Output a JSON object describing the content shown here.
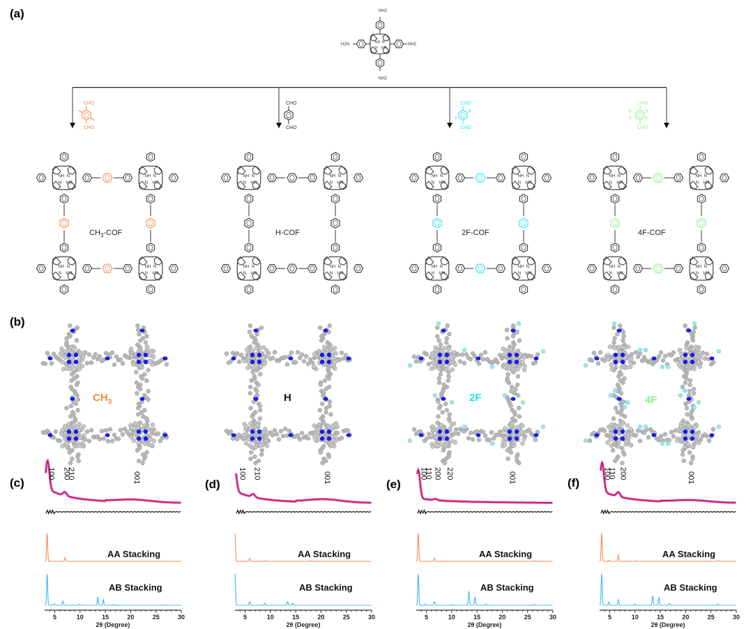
{
  "figure": {
    "panel_labels": [
      "(a)",
      "(b)",
      "(c)",
      "(d)",
      "(e)",
      "(f)"
    ],
    "scheme": {
      "monomer": {
        "name": "tetrakis(4-aminophenyl)porphyrin",
        "substituent_labels": [
          "NH2",
          "H2N",
          "NH2",
          "NH2"
        ],
        "core_labels": [
          "NH",
          "N",
          "N",
          "HN"
        ]
      },
      "linkers": [
        {
          "name": "2,5-dimethylterephthalaldehyde",
          "labels": [
            "CHO",
            "CHO"
          ],
          "color": "#f58a55"
        },
        {
          "name": "terephthalaldehyde",
          "labels": [
            "CHO",
            "CHO"
          ],
          "color": "#333333"
        },
        {
          "name": "2,5-difluoroterephthalaldehyde",
          "labels": [
            "CHO",
            "F",
            "F",
            "CHO"
          ],
          "color": "#2ee6ee"
        },
        {
          "name": "tetrafluoroterephthalaldehyde",
          "labels": [
            "CHO",
            "F",
            "F",
            "F",
            "F",
            "CHO"
          ],
          "color": "#8cf08c"
        }
      ],
      "cofs": [
        {
          "label": "CH3-COF",
          "label_main": "CH",
          "label_sub": "3",
          "label_tail": "-COF",
          "color": "#f58a55"
        },
        {
          "label": "H-COF",
          "label_main": "H-COF",
          "label_sub": "",
          "label_tail": "",
          "color": "#333333"
        },
        {
          "label": "2F-COF",
          "label_main": "2F-COF",
          "label_sub": "",
          "label_tail": "",
          "color": "#2ee6ee"
        },
        {
          "label": "4F-COF",
          "label_main": "4F-COF",
          "label_sub": "",
          "label_tail": "",
          "color": "#8cf08c"
        }
      ]
    },
    "models": [
      {
        "label_main": "CH",
        "label_sub": "3",
        "color": "#f58a3c",
        "has_fluorine": false
      },
      {
        "label_main": "H",
        "label_sub": "",
        "color": "#111111",
        "has_fluorine": false
      },
      {
        "label_main": "2F",
        "label_sub": "",
        "color": "#22e0ee",
        "has_fluorine": true
      },
      {
        "label_main": "4F",
        "label_sub": "",
        "color": "#88ee88",
        "has_fluorine": true
      }
    ],
    "colors": {
      "carbon": "#b8b8b8",
      "nitrogen": "#1a1aee",
      "fluorine": "#9fe6ea",
      "experimental": "#e0105a",
      "experimental_halo": "#a070f0",
      "difference": "#111111",
      "aa_stacking": "#f58a55",
      "ab_stacking": "#3fb8ee"
    }
  },
  "chart_data": [
    {
      "type": "line",
      "panel": "(c)",
      "title": "CH3-COF PXRD",
      "xlabel": "2θ (Degree)",
      "ylabel": "",
      "xlim": [
        3,
        30
      ],
      "xticks": [
        5,
        10,
        15,
        20,
        25,
        30
      ],
      "hkl_labels": [
        {
          "x": 3.9,
          "text": "100"
        },
        {
          "x": 6.9,
          "text": "200"
        },
        {
          "x": 7.8,
          "text": "210"
        },
        {
          "x": 20.8,
          "text": "001"
        }
      ],
      "series": [
        {
          "name": "Experimental",
          "peaks": [
            [
              3.6,
              1.0
            ],
            [
              7.0,
              0.12
            ],
            [
              20.5,
              0.08
            ]
          ],
          "baseline_start": 0.45,
          "baseline_end": 0.05
        },
        {
          "name": "Difference",
          "peaks": []
        },
        {
          "name": "AA Stacking",
          "peaks": [
            [
              3.5,
              1.0
            ],
            [
              7.0,
              0.13
            ]
          ]
        },
        {
          "name": "AB Stacking",
          "peaks": [
            [
              3.5,
              1.0
            ],
            [
              4.9,
              0.05
            ],
            [
              6.6,
              0.14
            ],
            [
              9.9,
              0.04
            ],
            [
              13.5,
              0.25
            ],
            [
              14.6,
              0.18
            ],
            [
              16.7,
              0.03
            ],
            [
              26.3,
              0.02
            ]
          ]
        }
      ],
      "legend": [
        "AA Stacking",
        "AB Stacking"
      ]
    },
    {
      "type": "line",
      "panel": "(d)",
      "title": "H-COF PXRD",
      "xlabel": "2θ (Degree)",
      "ylabel": "",
      "xlim": [
        3,
        30
      ],
      "xticks": [
        5,
        10,
        15,
        20,
        25,
        30
      ],
      "hkl_labels": [
        {
          "x": 4.0,
          "text": "100"
        },
        {
          "x": 6.9,
          "text": "210"
        },
        {
          "x": 20.8,
          "text": "001"
        }
      ],
      "series": [
        {
          "name": "Experimental",
          "peaks": [
            [
              3.0,
              0.75
            ],
            [
              6.6,
              0.1
            ],
            [
              20.6,
              0.1
            ]
          ],
          "baseline_start": 0.35,
          "baseline_end": 0.03
        },
        {
          "name": "Difference",
          "peaks": []
        },
        {
          "name": "AA Stacking",
          "peaks": [
            [
              3.0,
              1.0
            ],
            [
              5.9,
              0.1
            ],
            [
              8.9,
              0.02
            ],
            [
              18.0,
              0.02
            ]
          ]
        },
        {
          "name": "AB Stacking",
          "peaks": [
            [
              3.0,
              1.0
            ],
            [
              5.9,
              0.12
            ],
            [
              8.9,
              0.07
            ],
            [
              13.4,
              0.12
            ],
            [
              14.4,
              0.07
            ]
          ]
        }
      ],
      "legend": [
        "AA Stacking",
        "AB Stacking"
      ]
    },
    {
      "type": "line",
      "panel": "(e)",
      "title": "2F-COF PXRD",
      "xlabel": "2θ (Degree)",
      "ylabel": "",
      "xlim": [
        3,
        30
      ],
      "xticks": [
        5,
        10,
        15,
        20,
        25,
        30
      ],
      "hkl_labels": [
        {
          "x": 4.0,
          "text": "100"
        },
        {
          "x": 5.0,
          "text": "110"
        },
        {
          "x": 6.8,
          "text": "200"
        },
        {
          "x": 9.2,
          "text": "220"
        },
        {
          "x": 21.5,
          "text": "001"
        }
      ],
      "series": [
        {
          "name": "Experimental",
          "peaks": [
            [
              3.4,
              1.0
            ],
            [
              6.8,
              0.04
            ]
          ],
          "baseline_start": 0.12,
          "baseline_end": 0.04
        },
        {
          "name": "Difference",
          "peaks": []
        },
        {
          "name": "AA Stacking",
          "peaks": [
            [
              3.4,
              1.0
            ],
            [
              6.6,
              0.12
            ],
            [
              26.4,
              0.02
            ]
          ]
        },
        {
          "name": "AB Stacking",
          "peaks": [
            [
              3.4,
              1.0
            ],
            [
              4.8,
              0.04
            ],
            [
              6.6,
              0.12
            ],
            [
              9.9,
              0.03
            ],
            [
              13.4,
              0.45
            ],
            [
              14.6,
              0.25
            ],
            [
              16.8,
              0.04
            ],
            [
              26.4,
              0.02
            ]
          ]
        }
      ],
      "legend": [
        "AA Stacking",
        "AB Stacking"
      ]
    },
    {
      "type": "line",
      "panel": "(f)",
      "title": "4F-COF PXRD",
      "xlabel": "2θ (Degree)",
      "ylabel": "",
      "xlim": [
        3,
        30
      ],
      "xticks": [
        5,
        10,
        15,
        20,
        25,
        30
      ],
      "hkl_labels": [
        {
          "x": 4.0,
          "text": "100"
        },
        {
          "x": 5.0,
          "text": "110"
        },
        {
          "x": 7.2,
          "text": "200"
        },
        {
          "x": 20.6,
          "text": "001"
        }
      ],
      "series": [
        {
          "name": "Experimental",
          "peaks": [
            [
              3.5,
              1.0
            ],
            [
              6.7,
              0.14
            ],
            [
              21.0,
              0.07
            ]
          ],
          "baseline_start": 0.38,
          "baseline_end": 0.04
        },
        {
          "name": "Difference",
          "peaks": []
        },
        {
          "name": "AA Stacking",
          "peaks": [
            [
              3.4,
              1.0
            ],
            [
              4.8,
              0.04
            ],
            [
              6.7,
              0.22
            ],
            [
              10.3,
              0.02
            ],
            [
              26.4,
              0.03
            ]
          ]
        },
        {
          "name": "AB Stacking",
          "peaks": [
            [
              3.4,
              1.0
            ],
            [
              4.8,
              0.1
            ],
            [
              6.7,
              0.18
            ],
            [
              10.0,
              0.04
            ],
            [
              13.5,
              0.3
            ],
            [
              14.7,
              0.26
            ],
            [
              16.8,
              0.06
            ],
            [
              26.4,
              0.05
            ]
          ]
        }
      ],
      "legend": [
        "AA Stacking",
        "AB Stacking"
      ]
    }
  ]
}
